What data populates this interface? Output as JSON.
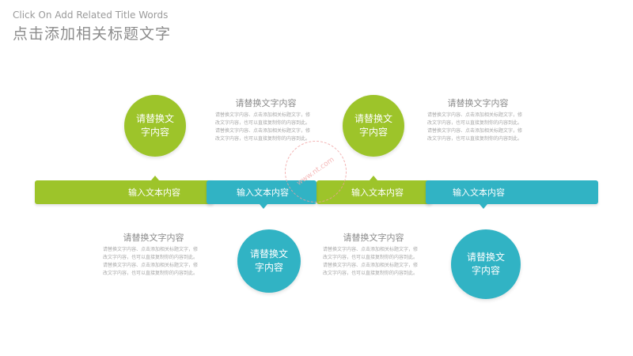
{
  "header": {
    "english_title": "Click On Add Related Title Words",
    "chinese_title": "点击添加相关标题文字"
  },
  "circles": [
    {
      "line1": "请替换文",
      "line2": "字内容"
    },
    {
      "line1": "请替换文",
      "line2": "字内容"
    },
    {
      "line1": "请替换文",
      "line2": "字内容"
    },
    {
      "line1": "请替换文",
      "line2": "字内容"
    }
  ],
  "bars": [
    {
      "label": "输入文本内容"
    },
    {
      "label": "输入文本内容"
    },
    {
      "label": "输入文本内容"
    },
    {
      "label": "输入文本内容"
    }
  ],
  "blocks": [
    {
      "title": "请替换文字内容",
      "lines": [
        "请替换文字内容、点击添加相关标题文字，修",
        "改文字内容，也可以直接复制你的内容到此。",
        "请替换文字内容、点击添加相关标题文字，修",
        "改文字内容，也可以直接复制你的内容到此。"
      ]
    },
    {
      "title": "请替换文字内容",
      "lines": [
        "请替换文字内容、点击添加相关标题文字，修",
        "改文字内容，也可以直接复制你的内容到此。",
        "请替换文字内容、点击添加相关标题文字，修",
        "改文字内容，也可以直接复制你的内容到此。"
      ]
    },
    {
      "title": "请替换文字内容",
      "lines": [
        "请替换文字内容、点击添加相关标题文字，修",
        "改文字内容，也可以直接复制你的内容到此。",
        "请替换文字内容、点击添加相关标题文字，修",
        "改文字内容，也可以直接复制你的内容到此。"
      ]
    },
    {
      "title": "请替换文字内容",
      "lines": [
        "请替换文字内容、点击添加相关标题文字，修",
        "改文字内容，也可以直接复制你的内容到此。",
        "请替换文字内容、点击添加相关标题文字，修",
        "改文字内容，也可以直接复制你的内容到此。"
      ]
    }
  ],
  "watermark": {
    "text": "www.nt.com"
  },
  "colors": {
    "green": "#9dc42a",
    "teal": "#31b3c4"
  }
}
